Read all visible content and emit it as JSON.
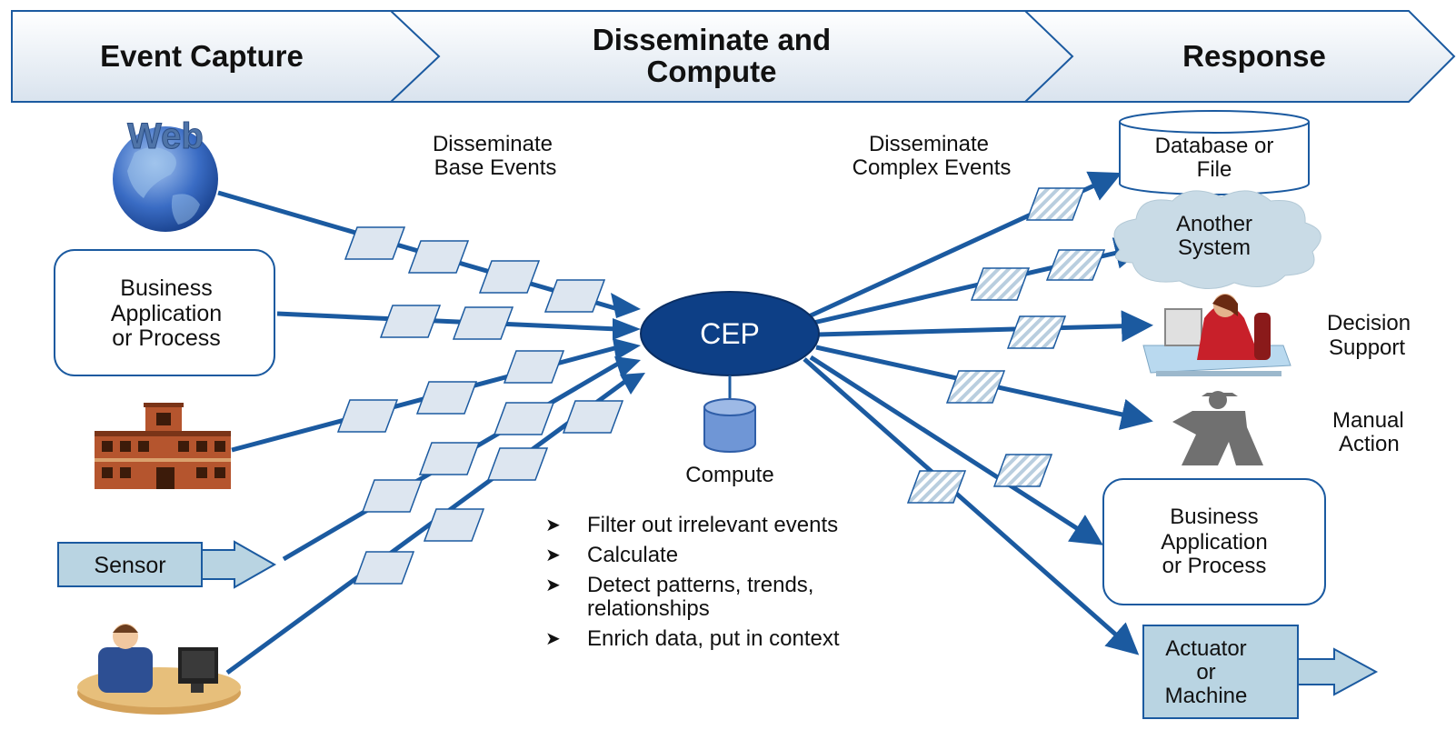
{
  "header": {
    "stage1": "Event Capture",
    "stage2_line1": "Disseminate and",
    "stage2_line2": "Compute",
    "stage3": "Response"
  },
  "sources": {
    "web_label": "Web",
    "business_app": [
      "Business",
      "Application",
      "or Process"
    ],
    "sensor": "Sensor"
  },
  "flows": {
    "base_events": [
      "Disseminate",
      "Base Events"
    ],
    "complex_events": [
      "Disseminate",
      "Complex Events"
    ]
  },
  "center": {
    "cep": "CEP",
    "compute": "Compute"
  },
  "compute_steps": [
    "Filter out irrelevant events",
    "Calculate",
    "Detect patterns, trends, relationships",
    "Enrich data, put in context"
  ],
  "targets": {
    "database": [
      "Database or",
      "File"
    ],
    "another_system": [
      "Another",
      "System"
    ],
    "decision_support": [
      "Decision",
      "Support"
    ],
    "manual_action": [
      "Manual",
      "Action"
    ],
    "business_app": [
      "Business",
      "Application",
      "or Process"
    ],
    "actuator": [
      "Actuator",
      "or",
      "Machine"
    ]
  },
  "colors": {
    "flow": "#1b5aa0",
    "event_fill": "#dde6f0",
    "cep_fill": "#0d3f86",
    "chevron_fill": "#e9eff6",
    "sensor_fill": "#b9d4e2"
  }
}
